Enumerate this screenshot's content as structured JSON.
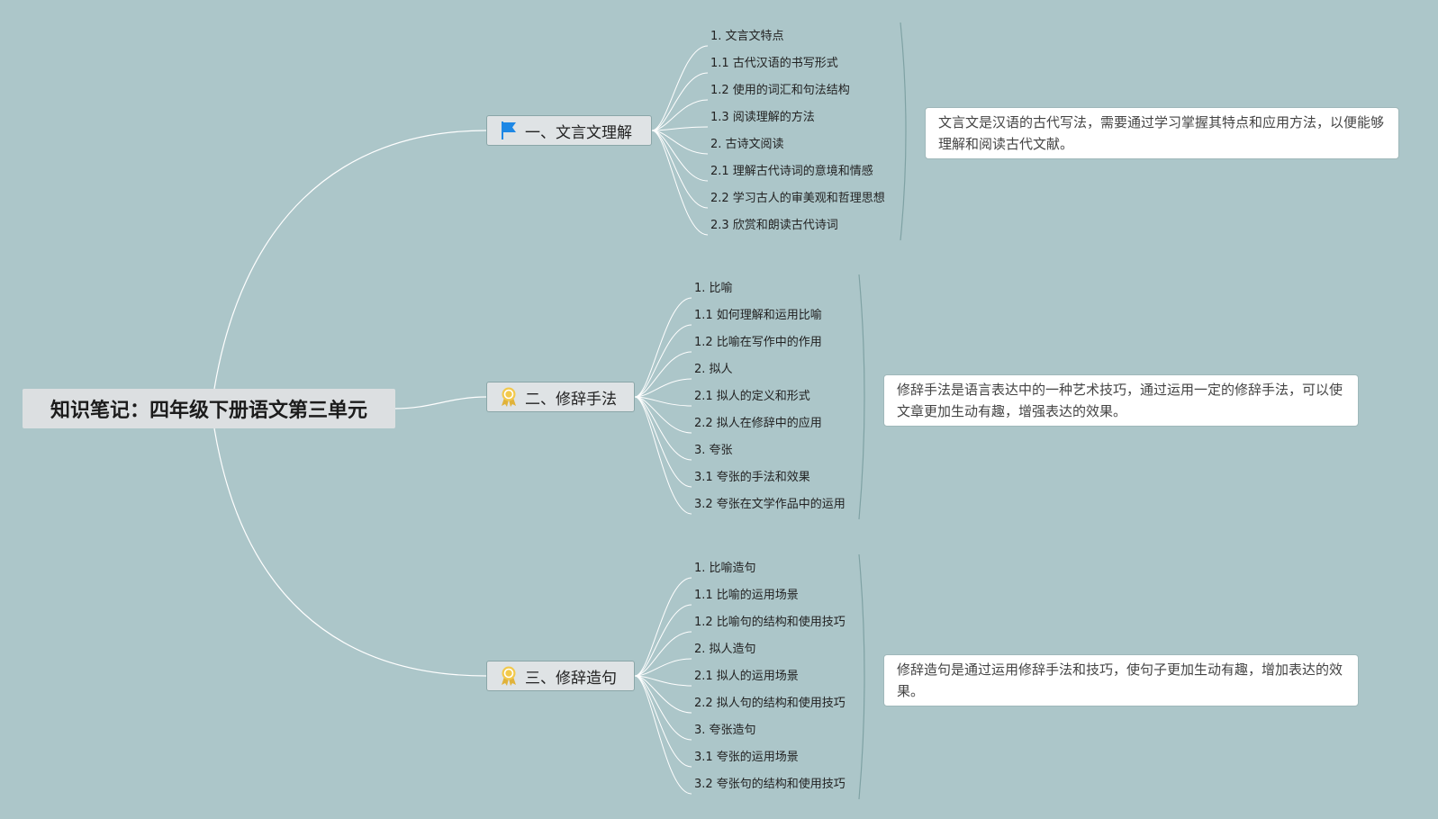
{
  "root": {
    "title": "知识笔记：四年级下册语文第三单元"
  },
  "colors": {
    "background": "#acc6c9",
    "link": "#ffffff",
    "bracket": "#7fa2a4",
    "flag": "#1e88e5",
    "ribbon": "#f2c94c"
  },
  "branches": [
    {
      "label": "一、文言文理解",
      "icon": "flag-icon",
      "items": [
        "1. 文言文特点",
        "1.1 古代汉语的书写形式",
        "1.2 使用的词汇和句法结构",
        "1.3 阅读理解的方法",
        "2. 古诗文阅读",
        "2.1 理解古代诗词的意境和情感",
        "2.2 学习古人的审美观和哲理思想",
        "2.3 欣赏和朗读古代诗词"
      ],
      "summary": "文言文是汉语的古代写法，需要通过学习掌握其特点和应用方法，以便能够理解和阅读古代文献。"
    },
    {
      "label": "二、修辞手法",
      "icon": "award-ribbon-icon",
      "items": [
        "1. 比喻",
        "1.1 如何理解和运用比喻",
        "1.2 比喻在写作中的作用",
        "2. 拟人",
        "2.1 拟人的定义和形式",
        "2.2 拟人在修辞中的应用",
        "3. 夸张",
        "3.1 夸张的手法和效果",
        "3.2 夸张在文学作品中的运用"
      ],
      "summary": "修辞手法是语言表达中的一种艺术技巧，通过运用一定的修辞手法，可以使文章更加生动有趣，增强表达的效果。"
    },
    {
      "label": "三、修辞造句",
      "icon": "award-ribbon-icon",
      "items": [
        "1. 比喻造句",
        "1.1 比喻的运用场景",
        "1.2 比喻句的结构和使用技巧",
        "2. 拟人造句",
        "2.1 拟人的运用场景",
        "2.2 拟人句的结构和使用技巧",
        "3. 夸张造句",
        "3.1 夸张的运用场景",
        "3.2 夸张句的结构和使用技巧"
      ],
      "summary": "修辞造句是通过运用修辞手法和技巧，使句子更加生动有趣，增加表达的效果。"
    }
  ]
}
